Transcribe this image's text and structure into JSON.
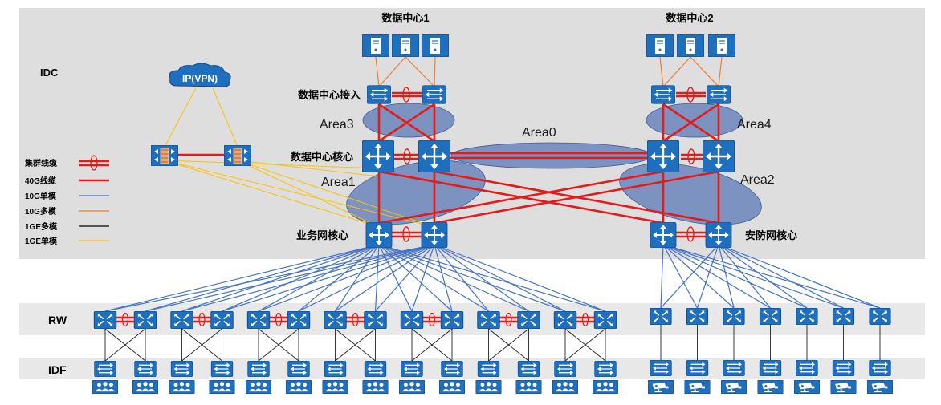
{
  "labels": {
    "idc": "IDC",
    "dc1": "数据中心1",
    "dc2": "数据中心2",
    "dc_access": "数据中心接入",
    "dc_core": "数据中心核心",
    "biz_core": "业务网核心",
    "sec_core": "安防网核心",
    "rw": "RW",
    "idf": "IDF",
    "vpn_cloud": "IP(VPN)"
  },
  "areas": {
    "area0": "Area0",
    "area1": "Area1",
    "area2": "Area2",
    "area3": "Area3",
    "area4": "Area4"
  },
  "legend": [
    {
      "label": "集群线缆",
      "kind": "cluster",
      "color": "#e31b1b"
    },
    {
      "label": "40G线缆",
      "kind": "solid",
      "color": "#e31b1b"
    },
    {
      "label": "10G单模",
      "kind": "solid",
      "color": "#4472c4"
    },
    {
      "label": "10G多模",
      "kind": "solid",
      "color": "#ed7d31"
    },
    {
      "label": "1GE多模",
      "kind": "solid",
      "color": "#000000"
    },
    {
      "label": "1GE单模",
      "kind": "solid",
      "color": "#ffc000"
    }
  ],
  "colors": {
    "device_blue": "#1f6fbf",
    "device_border": "#0d4a8a",
    "area_fill": "#5b7ab8",
    "background_idc": "#dedede",
    "band": "#e8e8e8",
    "red": "#e31b1b",
    "blue": "#4472c4",
    "orange": "#ed7d31",
    "yellow": "#ffc000"
  },
  "counts": {
    "rw_pairs": 7,
    "sec_switches": 7
  },
  "icons": {
    "server": "server-icon",
    "router": "router-icon",
    "access_switch": "switch-icon",
    "firewall": "firewall-icon",
    "rw_switch": "aggregation-switch-icon",
    "terminal_group": "users-icon",
    "camera": "camera-icon",
    "cloud": "cloud-icon"
  }
}
